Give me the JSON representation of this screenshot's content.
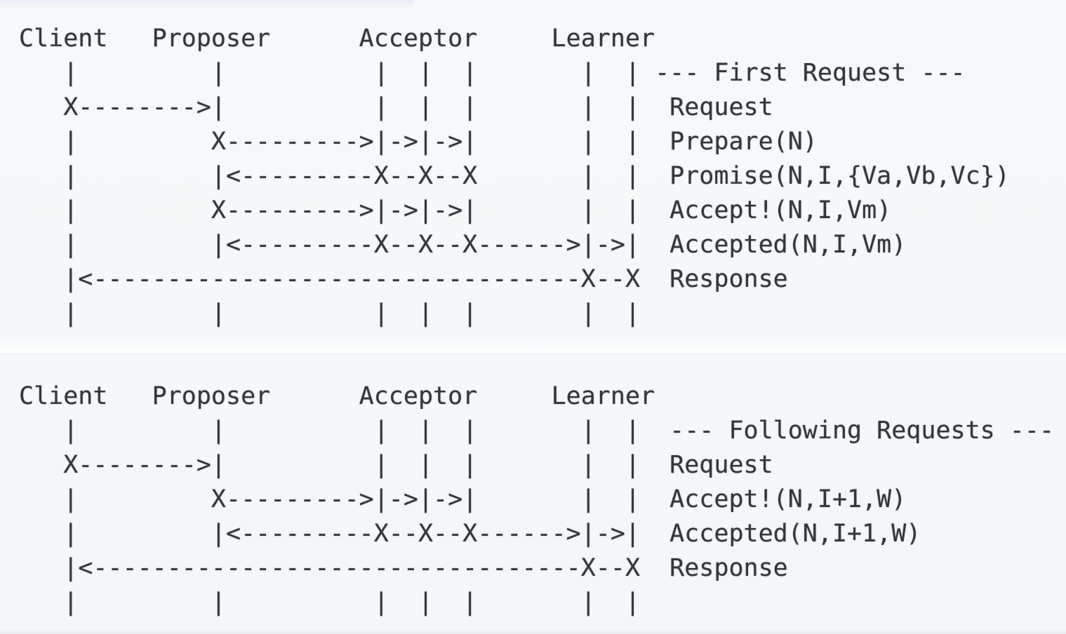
{
  "page": {
    "background": "#f5f7f8",
    "text_color": "#33373c"
  },
  "diagrams": [
    {
      "id": "first-request",
      "section_title": "--- First Request ---",
      "actors": [
        "Client",
        "Proposer",
        "Acceptor",
        "Learner"
      ],
      "messages": [
        "Request",
        "Prepare(N)",
        "Promise(N,I,{Va,Vb,Vc})",
        "Accept!(N,I,Vm)",
        "Accepted(N,I,Vm)",
        "Response"
      ],
      "ascii_lines": [
        "Client   Proposer      Acceptor     Learner",
        "   |         |          |  |  |       |  | --- First Request ---",
        "   X-------->|          |  |  |       |  |  Request",
        "   |         X--------->|->|->|       |  |  Prepare(N)",
        "   |         |<---------X--X--X       |  |  Promise(N,I,{Va,Vb,Vc})",
        "   |         X--------->|->|->|       |  |  Accept!(N,I,Vm)",
        "   |         |<---------X--X--X------>|->|  Accepted(N,I,Vm)",
        "   |<---------------------------------X--X  Response",
        "   |         |          |  |  |       |  |"
      ]
    },
    {
      "id": "following-requests",
      "section_title": "--- Following Requests ---",
      "actors": [
        "Client",
        "Proposer",
        "Acceptor",
        "Learner"
      ],
      "messages": [
        "Request",
        "Accept!(N,I+1,W)",
        "Accepted(N,I+1,W)",
        "Response"
      ],
      "ascii_lines": [
        "Client   Proposer      Acceptor     Learner",
        "   |         |          |  |  |       |  |  --- Following Requests ---",
        "   X-------->|          |  |  |       |  |  Request",
        "   |         X--------->|->|->|       |  |  Accept!(N,I+1,W)",
        "   |         |<---------X--X--X------>|->|  Accepted(N,I+1,W)",
        "   |<---------------------------------X--X  Response",
        "   |         |          |  |  |       |  |"
      ]
    }
  ]
}
